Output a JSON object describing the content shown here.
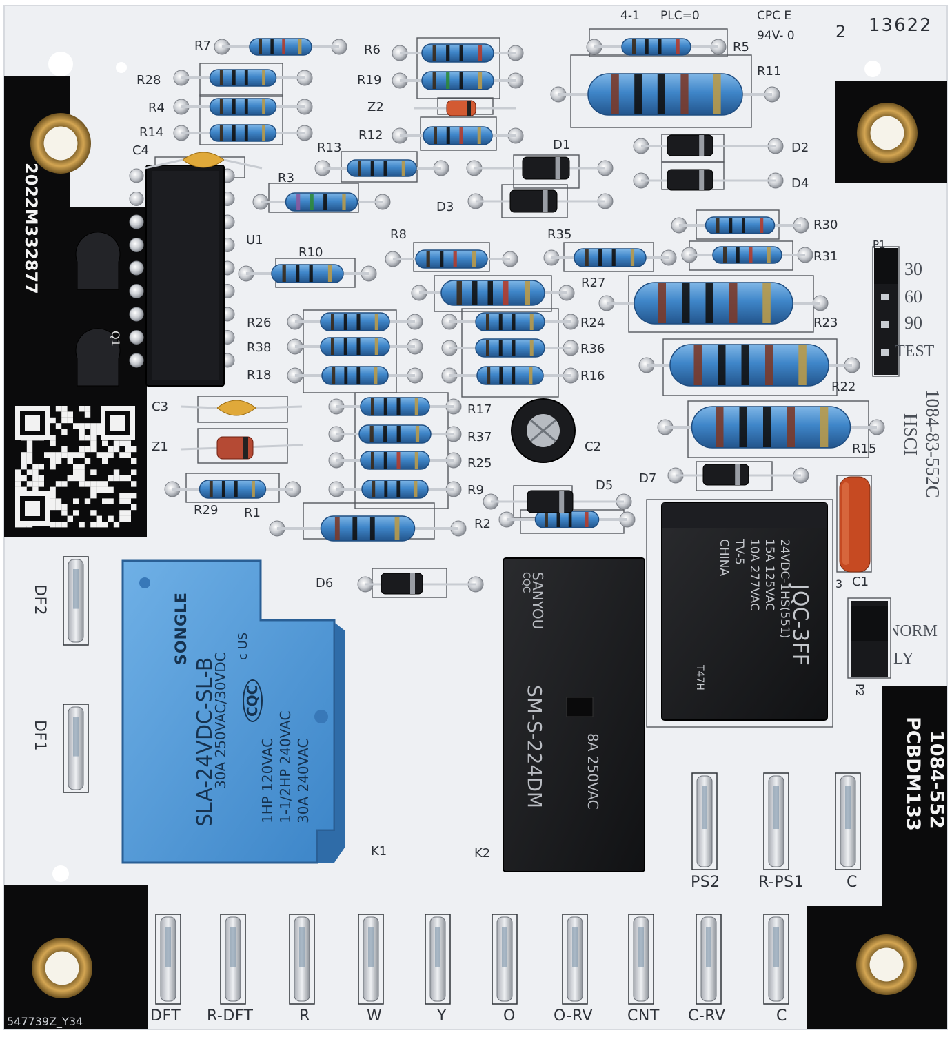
{
  "board": {
    "serial": "2022M332877",
    "lot_code": "547739Z_Y34",
    "pcb_part_number": "1084-552",
    "pcb_model": "PCBDM133",
    "board_code": "1084-83-552C",
    "board_brand": "HSCI",
    "header_marks": {
      "rev": "4-1",
      "plc": "PLC=0",
      "cpc": "CPC E",
      "rating": "94V- 0",
      "rev_digit": "2",
      "code": "13622"
    }
  },
  "resistors": {
    "r7": "R7",
    "r28": "R28",
    "r4": "R4",
    "r14": "R14",
    "r6": "R6",
    "r19": "R19",
    "r12": "R12",
    "r5": "R5",
    "r11": "R11",
    "r13": "R13",
    "r3": "R3",
    "r10": "R10",
    "r8": "R8",
    "r35": "R35",
    "r30": "R30",
    "r31": "R31",
    "r27": "R27",
    "r23": "R23",
    "r22": "R22",
    "r15": "R15",
    "r26": "R26",
    "r38": "R38",
    "r18": "R18",
    "r24": "R24",
    "r36": "R36",
    "r16": "R16",
    "r17": "R17",
    "r37": "R37",
    "r25": "R25",
    "r9": "R9",
    "r29": "R29",
    "r1": "R1",
    "r2": "R2"
  },
  "semis": {
    "z1": "Z1",
    "z2": "Z2",
    "d1": "D1",
    "d2": "D2",
    "d3": "D3",
    "d4": "D4",
    "d5": "D5",
    "d6": "D6",
    "d7": "D7",
    "u1": "U1",
    "q1": "Q1"
  },
  "caps": {
    "c1": "C1",
    "c2": "C2",
    "c3": "C3",
    "c4": "C4"
  },
  "jumpers": {
    "p1": "P1",
    "p1_opts": [
      "30",
      "60",
      "90",
      "TEST"
    ],
    "p2": "P2",
    "p2_opts": [
      "NORM",
      "LY"
    ]
  },
  "relays": {
    "k1_label": "K1",
    "k2_label": "K2",
    "k1": {
      "brand": "SONGLE",
      "model": "SLA-24VDC-SL-B",
      "line1": "30A  250VAC/30VDC",
      "line2": "1HP 120VAC",
      "line3": "1-1/2HP 240VAC",
      "line4": "30A  240VAC",
      "cert": "CQC",
      "ul": "c  US"
    },
    "k2": {
      "brand": "SANYOU",
      "model": "SM-S-224DM",
      "rating": "8A  250VAC",
      "cert": "CQC"
    },
    "k3": {
      "model": "JQC-3FF",
      "coil": "24VDC-1HS(551)",
      "line1": "15A  125VAC",
      "line2": "10A  277VAC",
      "tv": "TV-5",
      "country": "CHINA",
      "code": "T47H"
    }
  },
  "terminals": {
    "defrost": [
      "DF2",
      "DF1"
    ],
    "bottom": [
      "DFT",
      "R-DFT",
      "R",
      "W",
      "Y",
      "O",
      "O-RV",
      "CNT",
      "C-RV",
      "C"
    ],
    "right": [
      "PS2",
      "R-PS1",
      "C"
    ]
  },
  "colors": {
    "board": "#eef0f3",
    "mask_black": "#0b0b0c",
    "resistor_blue": "#3f86c9",
    "relay_blue": "#4d97d6",
    "brass": "#b98a3a"
  }
}
